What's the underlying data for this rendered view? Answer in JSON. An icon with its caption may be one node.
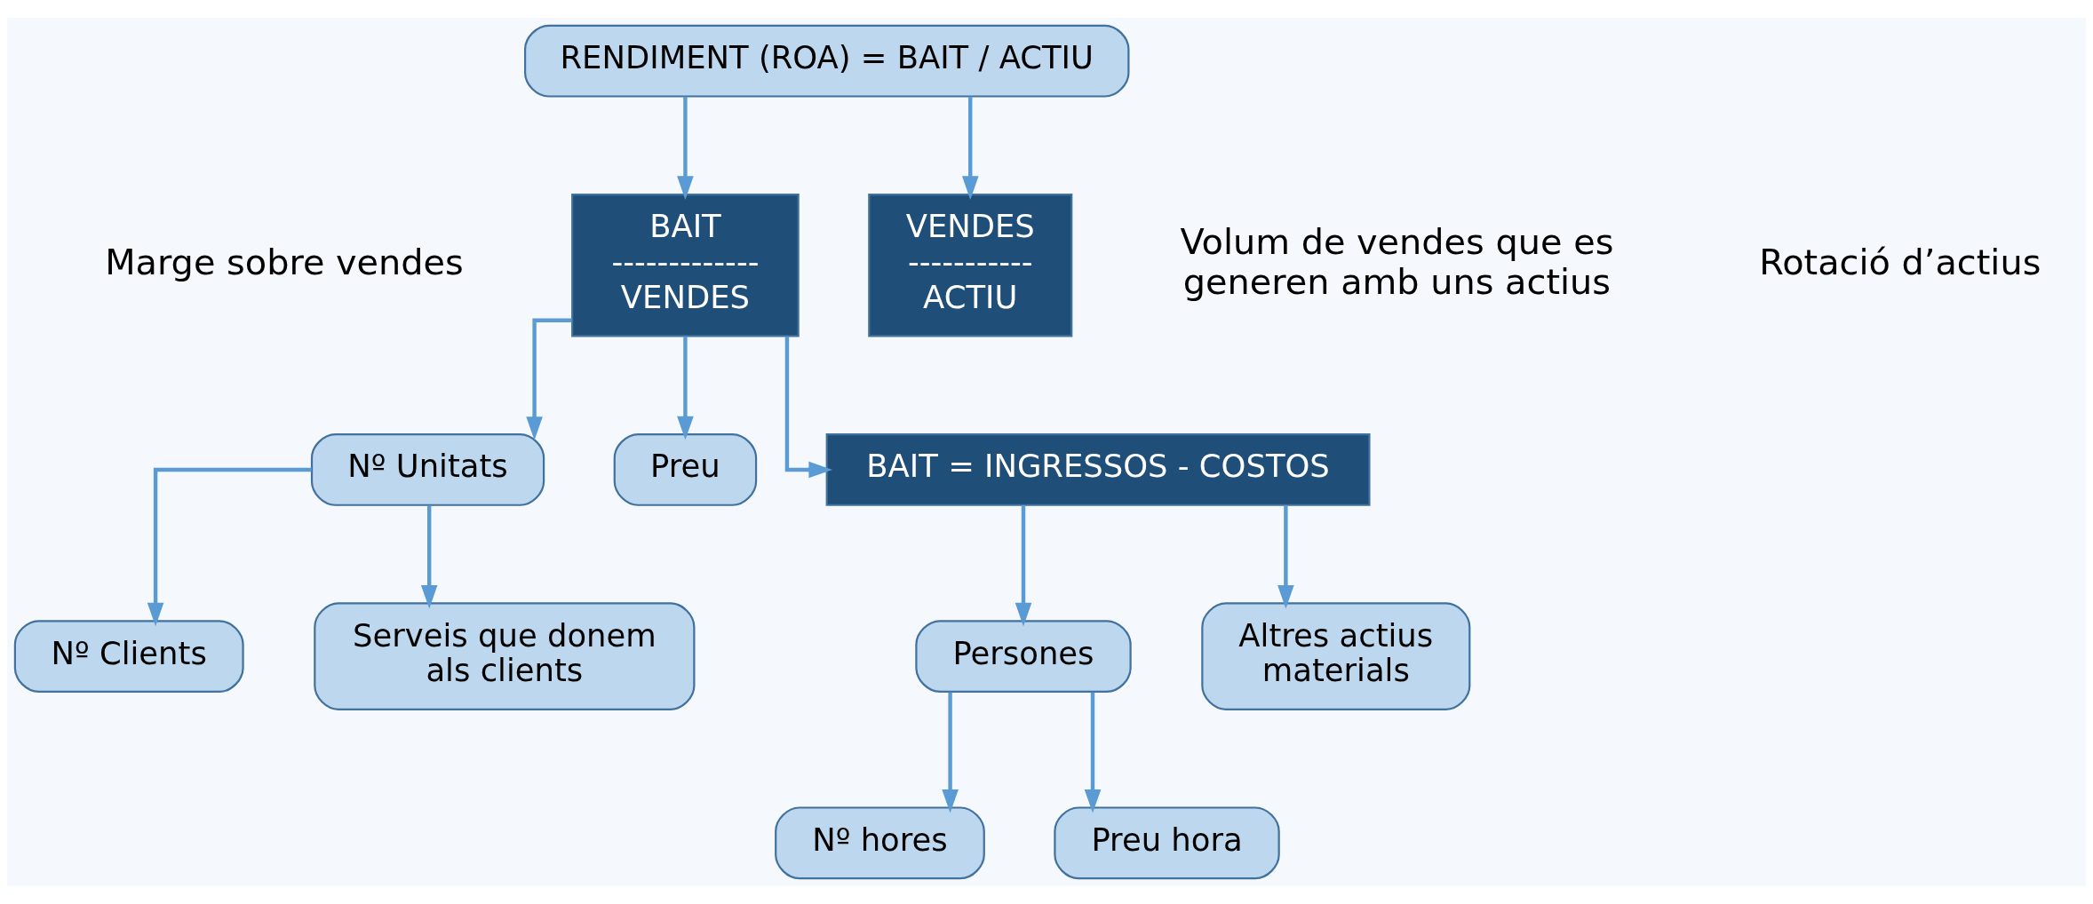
{
  "diagram": {
    "nodes": [
      {
        "text": [
          "RENDIMENT (ROA) = BAIT / ACTIU"
        ]
      },
      {
        "text": [
          "BAIT",
          "-------------",
          "VENDES"
        ]
      },
      {
        "text": [
          "VENDES",
          "-----------",
          "ACTIU"
        ]
      },
      {
        "text": [
          "Nº Unitats"
        ]
      },
      {
        "text": [
          "Preu"
        ]
      },
      {
        "text": [
          "BAIT = INGRESSOS - COSTOS"
        ]
      },
      {
        "text": [
          "Nº Clients"
        ]
      },
      {
        "text": [
          "Serveis que donem als clients"
        ]
      },
      {
        "text": [
          "Persones"
        ]
      },
      {
        "text": [
          "Altres actius materials"
        ]
      },
      {
        "text": [
          "Nº hores"
        ]
      },
      {
        "text": [
          "Preu hora"
        ]
      }
    ],
    "edges": [
      {
        "from": 0,
        "to": 1,
        "arrow": "to"
      },
      {
        "from": 0,
        "to": 2,
        "arrow": "to"
      },
      {
        "from": 1,
        "to": 3,
        "arrow": "to"
      },
      {
        "from": 1,
        "to": 4,
        "arrow": "to"
      },
      {
        "from": 1,
        "to": 5,
        "arrow": "to"
      },
      {
        "from": 3,
        "to": 6,
        "arrow": "to"
      },
      {
        "from": 3,
        "to": 7,
        "arrow": "to"
      },
      {
        "from": 5,
        "to": 8,
        "arrow": "to"
      },
      {
        "from": 5,
        "to": 9,
        "arrow": "to"
      },
      {
        "from": 8,
        "to": 10,
        "arrow": "to"
      },
      {
        "from": 8,
        "to": 11,
        "arrow": "to"
      }
    ],
    "labels": [
      "Marge sobre vendes",
      "Volum de vendes que es generen amb uns actius",
      "Rotació d’actius"
    ]
  }
}
